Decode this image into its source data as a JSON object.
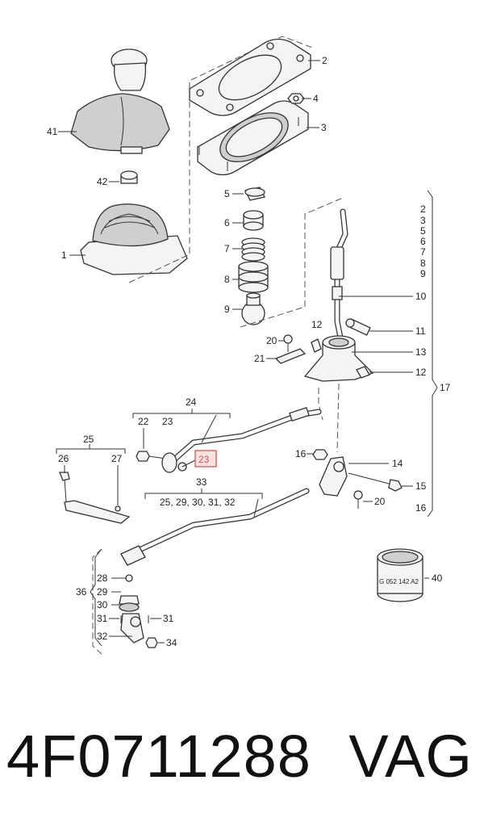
{
  "labels": {
    "l1": "1",
    "l2": "2",
    "l3": "3",
    "l4": "4",
    "l5": "5",
    "l6": "6",
    "l7": "7",
    "l8": "8",
    "l9": "9",
    "l10": "10",
    "l11": "11",
    "l12a": "12",
    "l12b": "12",
    "l13": "13",
    "l14": "14",
    "l15": "15",
    "l16a": "16",
    "l16b": "16",
    "l17": "17",
    "l20a": "20",
    "l20b": "20",
    "l21": "21",
    "l22": "22",
    "l23": "23",
    "l23box": "23",
    "l24": "24",
    "l25": "25",
    "l26": "26",
    "l27": "27",
    "l28": "28",
    "l29": "29",
    "l30": "30",
    "l31a": "31",
    "l31b": "31",
    "l32": "32",
    "l33": "33",
    "l33sub": "25, 29, 30, 31, 32",
    "l34": "34",
    "l36": "36",
    "l40": "40",
    "l41": "41",
    "l42": "42",
    "l17list": [
      "2",
      "3",
      "5",
      "6",
      "7",
      "8",
      "9"
    ],
    "ring_text": "G 052 142 A2"
  },
  "highlight_color": "#d9534f",
  "footer": {
    "part_number": "4F0711288",
    "brand": "VAG"
  }
}
